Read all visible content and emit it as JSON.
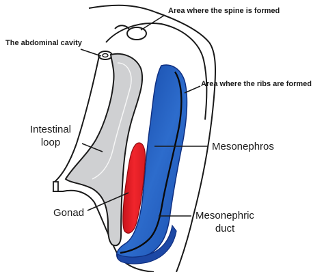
{
  "labels": {
    "spine": "Area where the spine is formed",
    "abdominal_cavity": "The abdominal cavity",
    "ribs": "Area where the ribs are formed",
    "intestinal_loop_line1": "Intestinal",
    "intestinal_loop_line2": "loop",
    "mesonephros": "Mesonephros",
    "gonad": "Gonad",
    "mesonephric_duct_line1": "Mesonephric",
    "mesonephric_duct_line2": "duct"
  },
  "colors": {
    "mesonephros": "#1f55b5",
    "mesonephros_dark": "#0f2f80",
    "gonad": "#e8242b",
    "intestinal_loop": "#cfd0d2",
    "outline": "#1a1a1a"
  }
}
